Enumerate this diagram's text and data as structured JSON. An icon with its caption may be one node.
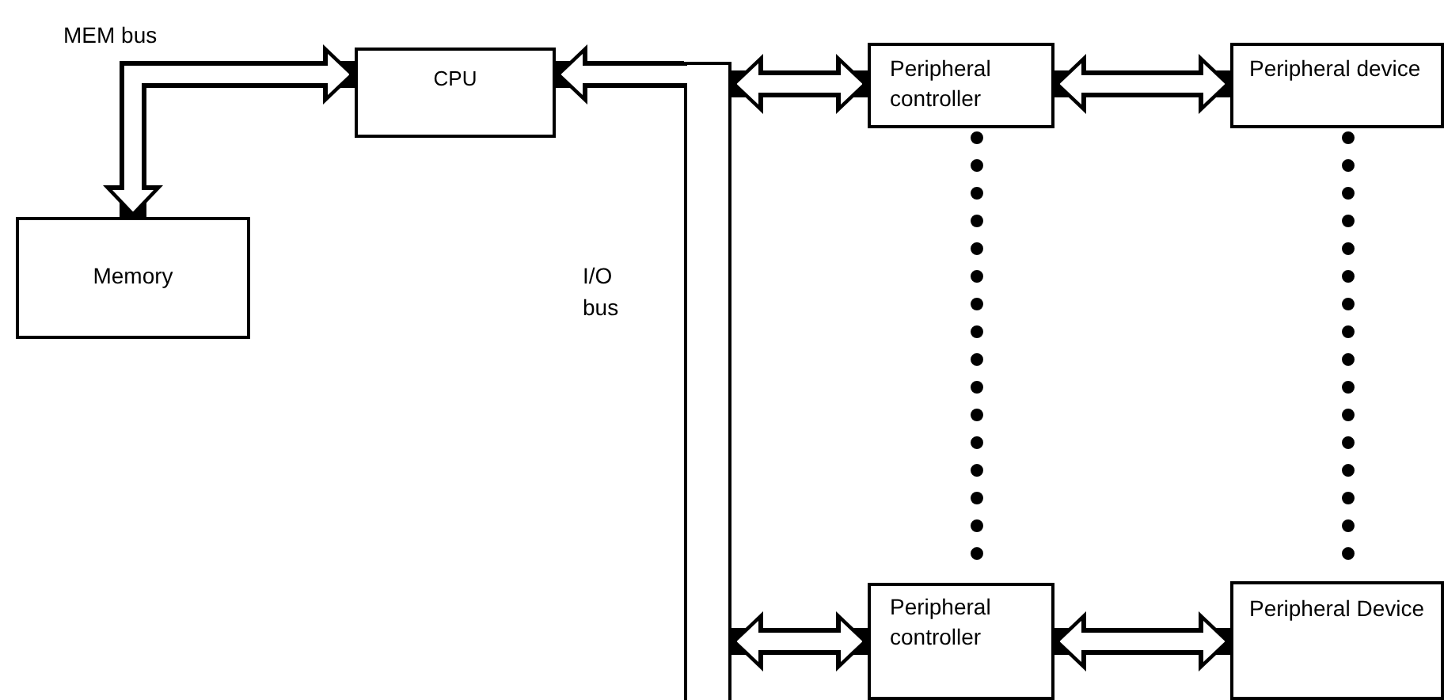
{
  "diagram": {
    "nodes": [
      {
        "text": [
          "CPU"
        ]
      },
      {
        "text": [
          "Memory"
        ]
      },
      {
        "text": [],
        "shape": "bar",
        "beside": [
          "I/O bus"
        ]
      },
      {
        "text": [
          "Peripheral controller"
        ]
      },
      {
        "text": [
          "Peripheral device"
        ]
      },
      {
        "text": [
          "Peripheral controller"
        ]
      },
      {
        "text": [
          "Peripheral Device"
        ]
      }
    ],
    "edges": [
      {
        "from": 1,
        "to": 0,
        "arrow": "both",
        "label": "MEM bus"
      },
      {
        "from": 2,
        "to": 0,
        "arrow": "to"
      },
      {
        "from": 2,
        "to": 3,
        "arrow": "both"
      },
      {
        "from": 3,
        "to": 4,
        "arrow": "both"
      },
      {
        "from": 2,
        "to": 5,
        "arrow": "both"
      },
      {
        "from": 5,
        "to": 6,
        "arrow": "both"
      },
      {
        "from": 3,
        "to": 5,
        "arrow": "none",
        "style": "dashed"
      },
      {
        "from": 4,
        "to": 6,
        "arrow": "none",
        "style": "dashed"
      }
    ]
  }
}
